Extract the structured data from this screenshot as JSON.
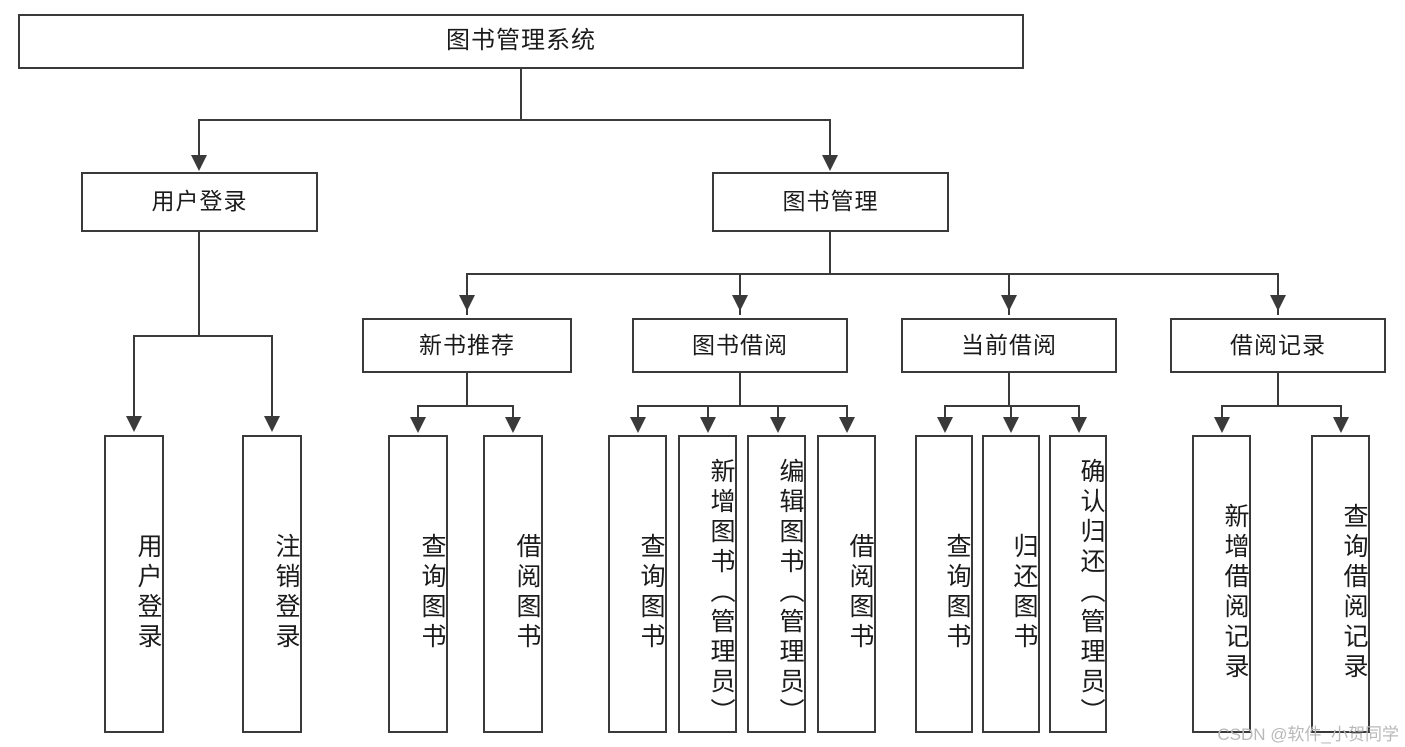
{
  "diagram": {
    "title": "图书管理系统",
    "type": "功能结构图",
    "root": {
      "label": "图书管理系统"
    },
    "level2": [
      {
        "label": "用户登录"
      },
      {
        "label": "图书管理"
      }
    ],
    "level3": [
      {
        "label": "新书推荐"
      },
      {
        "label": "图书借阅"
      },
      {
        "label": "当前借阅"
      },
      {
        "label": "借阅记录"
      }
    ],
    "leaves": {
      "user_login": [
        {
          "label": "用户登录"
        },
        {
          "label": "注销登录"
        }
      ],
      "new_book_recommend": [
        {
          "label": "查询图书"
        },
        {
          "label": "借阅图书"
        }
      ],
      "book_borrow": [
        {
          "label": "查询图书"
        },
        {
          "label": "新增图书（管理员）"
        },
        {
          "label": "编辑图书（管理员）"
        },
        {
          "label": "借阅图书"
        }
      ],
      "current_borrow": [
        {
          "label": "查询图书"
        },
        {
          "label": "归还图书"
        },
        {
          "label": "确认归还（管理员）"
        }
      ],
      "borrow_record": [
        {
          "label": "新增借阅记录"
        },
        {
          "label": "查询借阅记录"
        }
      ]
    }
  },
  "watermark": {
    "text": "CSDN @软件_小贺同学"
  },
  "colors": {
    "stroke": "#3a3a3a",
    "background": "#ffffff",
    "text": "#1b1b1b",
    "watermark": "#b9b9b9"
  }
}
